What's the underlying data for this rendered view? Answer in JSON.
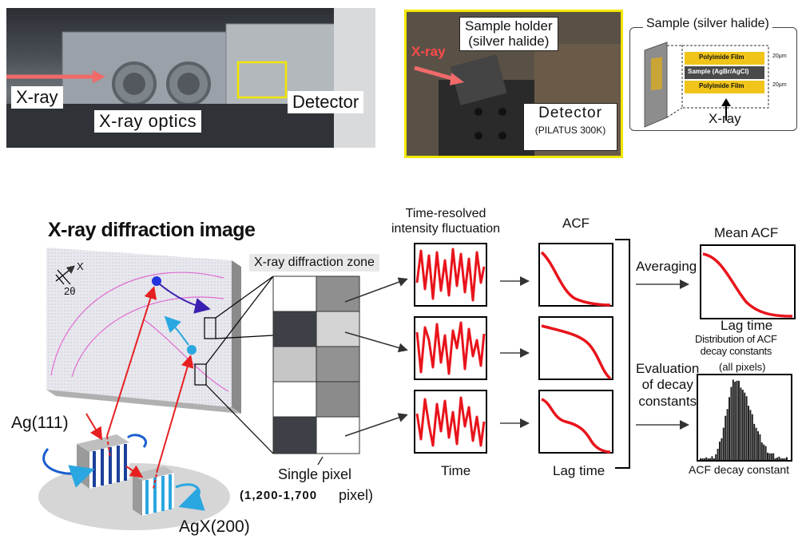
{
  "photos": {
    "left": {
      "xray_label": "X-ray",
      "optics_label": "X-ray optics",
      "detector_label": "Detector"
    },
    "middle": {
      "sample_holder_label": "Sample holder\n(silver halide)",
      "xray_label": "X-ray",
      "detector_label": "Detector",
      "detector_model": "(PILATUS 300K)"
    },
    "sample_panel": {
      "title": "Sample (silver halide)",
      "layer_top": "Polyimide Film",
      "layer_mid": "Sample (AgBr/AgCl)",
      "layer_bottom": "Polyimide Film",
      "thickness_top": "20μm",
      "thickness_bottom": "20μm",
      "xray_label": "X-ray"
    }
  },
  "diagram": {
    "diffraction_title": "X-ray diffraction image",
    "axis_x": "X",
    "axis_2theta": "2θ",
    "zone_label": "X-ray diffraction zone",
    "crystal_ag": "Ag(111)",
    "crystal_agx": "AgX(200)",
    "single_pixel": "Single pixel",
    "pixel_count": "(1,200-1,700",
    "pixel_word": "pixel)",
    "col_fluctuation": "Time-resolved\nintensity fluctuation",
    "col_acf": "ACF",
    "col_time": "Time",
    "col_lagtime": "Lag time",
    "averaging": "Averaging",
    "mean_acf": "Mean ACF",
    "mean_lagtime": "Lag time",
    "evaluation": "Evaluation\nof decay\nconstants",
    "distribution_title": "Distribution of ACF\ndecay constants",
    "distribution_sub": "(all pixels)",
    "histogram_xlabel": "ACF decay constant"
  },
  "colors": {
    "signal_red": "#e8141c",
    "arrow_red": "#e62020",
    "arrow_blue": "#2aa7e0",
    "dark_violet": "#3a1fb0"
  }
}
